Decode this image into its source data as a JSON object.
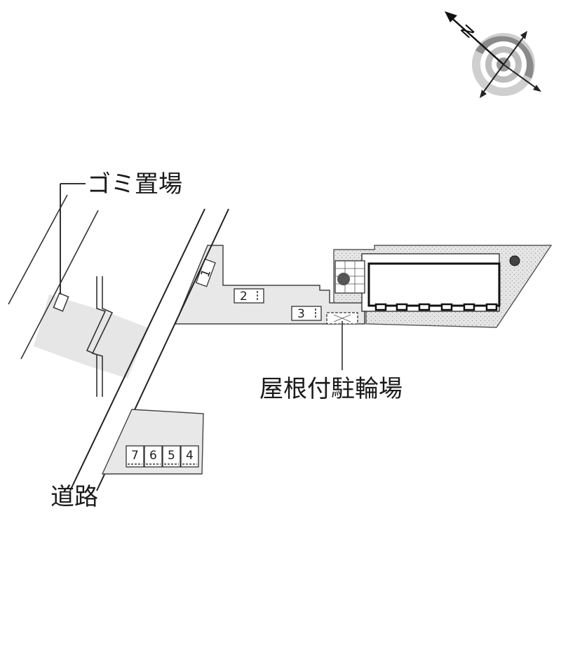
{
  "labels": {
    "garbage": "ゴミ置場",
    "bike_shelter": "屋根付駐輪場",
    "road": "道路"
  },
  "compass": {
    "north": "N"
  },
  "parking": {
    "slot1": "1",
    "slot2": "2",
    "slot3": "3",
    "row": [
      "7",
      "6",
      "5",
      "4"
    ]
  },
  "colors": {
    "lot_fill": "#e8e8e8",
    "building_fill": "#ffffff",
    "stroke": "#222222"
  }
}
